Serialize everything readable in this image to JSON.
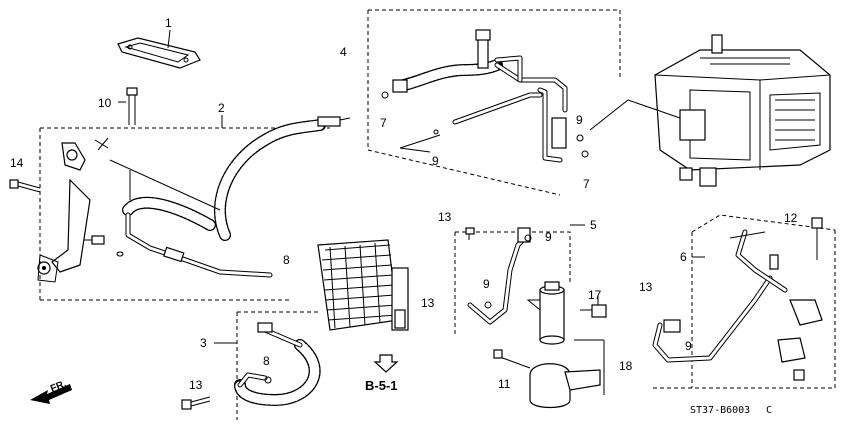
{
  "diagram": {
    "part_numbers": [
      "1",
      "2",
      "3",
      "4",
      "5",
      "6",
      "7",
      "8",
      "9",
      "10",
      "11",
      "12",
      "13",
      "14",
      "17",
      "18"
    ],
    "callouts": {
      "p1": "1",
      "p2": "2",
      "p3": "3",
      "p4": "4",
      "p5": "5",
      "p6": "6",
      "p7a": "7",
      "p7b": "7",
      "p8a": "8",
      "p8b": "8",
      "p9a": "9",
      "p9b": "9",
      "p9c": "9",
      "p9d": "9",
      "p9e": "9",
      "p10": "10",
      "p11": "11",
      "p12": "12",
      "p13a": "13",
      "p13b": "13",
      "p13c": "13",
      "p13d": "13",
      "p14": "14",
      "p17": "17",
      "p18": "18"
    },
    "section_ref": "B-5-1",
    "direction_label": "FR.",
    "ref_code": "ST37-B6003",
    "ref_code_suffix": "C"
  }
}
